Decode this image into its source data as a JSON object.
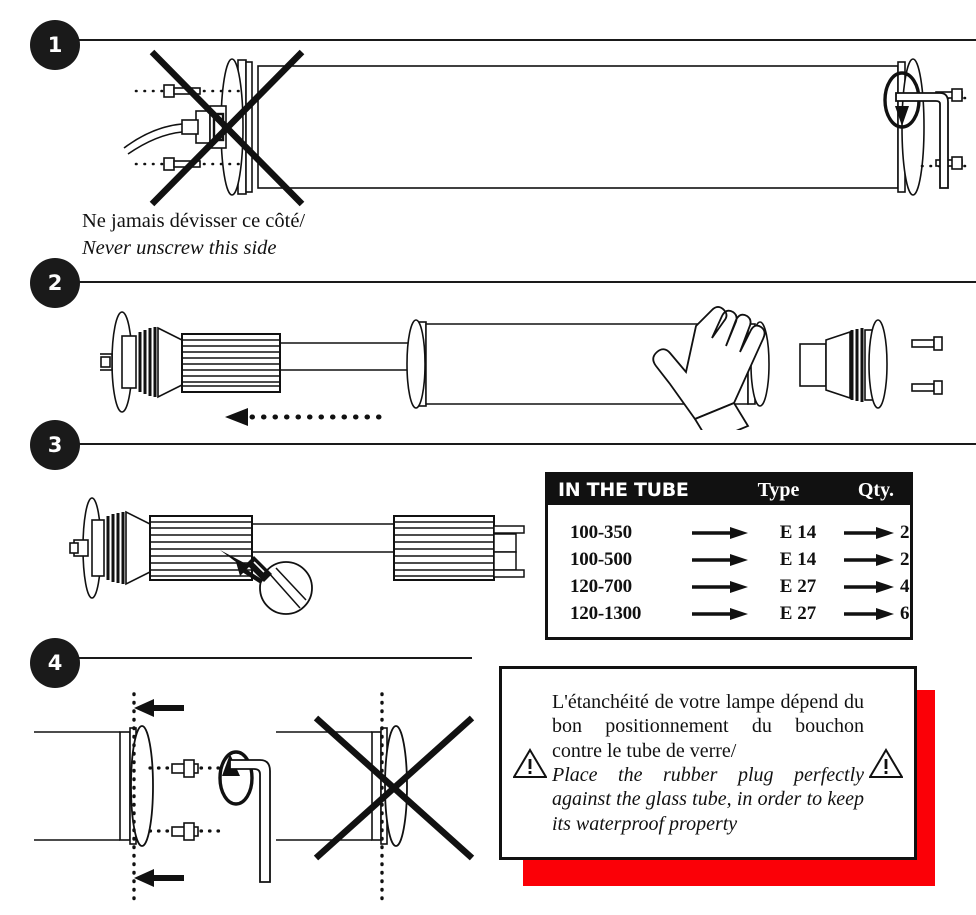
{
  "document": {
    "type": "assembly-instruction-sheet",
    "accent_color": "#fb0007",
    "ink_color": "#111111"
  },
  "steps": [
    {
      "number": "1"
    },
    {
      "number": "2"
    },
    {
      "number": "3"
    },
    {
      "number": "4"
    }
  ],
  "captions": {
    "step1": {
      "fr": "Ne jamais dévisser ce côté/",
      "en": "Never unscrew this side"
    }
  },
  "parts_table": {
    "headers": {
      "tube": "IN THE TUBE",
      "type": "Type",
      "qty": "Qty."
    },
    "rows": [
      {
        "model": "100-350",
        "type": "E 14",
        "qty": "2"
      },
      {
        "model": "100-500",
        "type": "E 14",
        "qty": "2"
      },
      {
        "model": "120-700",
        "type": "E 27",
        "qty": "4"
      },
      {
        "model": "120-1300",
        "type": "E 27",
        "qty": "6"
      }
    ]
  },
  "warning": {
    "icon_left": "warning-triangle-icon",
    "icon_right": "warning-triangle-icon",
    "fr": "L'étanchéité de votre lampe dépend du bon positionnement du bouchon contre le tube de verre/",
    "en": "Place the rubber plug perfectly against the glass tube, in order to keep its waterproof property"
  },
  "illustrations": {
    "step1": {
      "name": "cable-gland-end-do-not-unscrew",
      "marks": [
        "cross-out-x",
        "rotation-arrow-icon",
        "screw-icon",
        "screw-icon"
      ]
    },
    "step2": {
      "name": "pull-out-gear-assembly",
      "marks": [
        "direction-arrow-dotted-left",
        "gloved-hand-icon",
        "screw-icon",
        "screw-icon"
      ]
    },
    "step3": {
      "name": "insert-bulb-into-socket",
      "marks": [
        "bulb-icon",
        "insertion-arrow-icon"
      ]
    },
    "step4": {
      "name": "seat-plug-against-glass",
      "marks": [
        "push-arrow-icon",
        "push-arrow-icon",
        "allen-key-icon",
        "rotation-arrow-icon",
        "cross-out-x"
      ]
    }
  }
}
